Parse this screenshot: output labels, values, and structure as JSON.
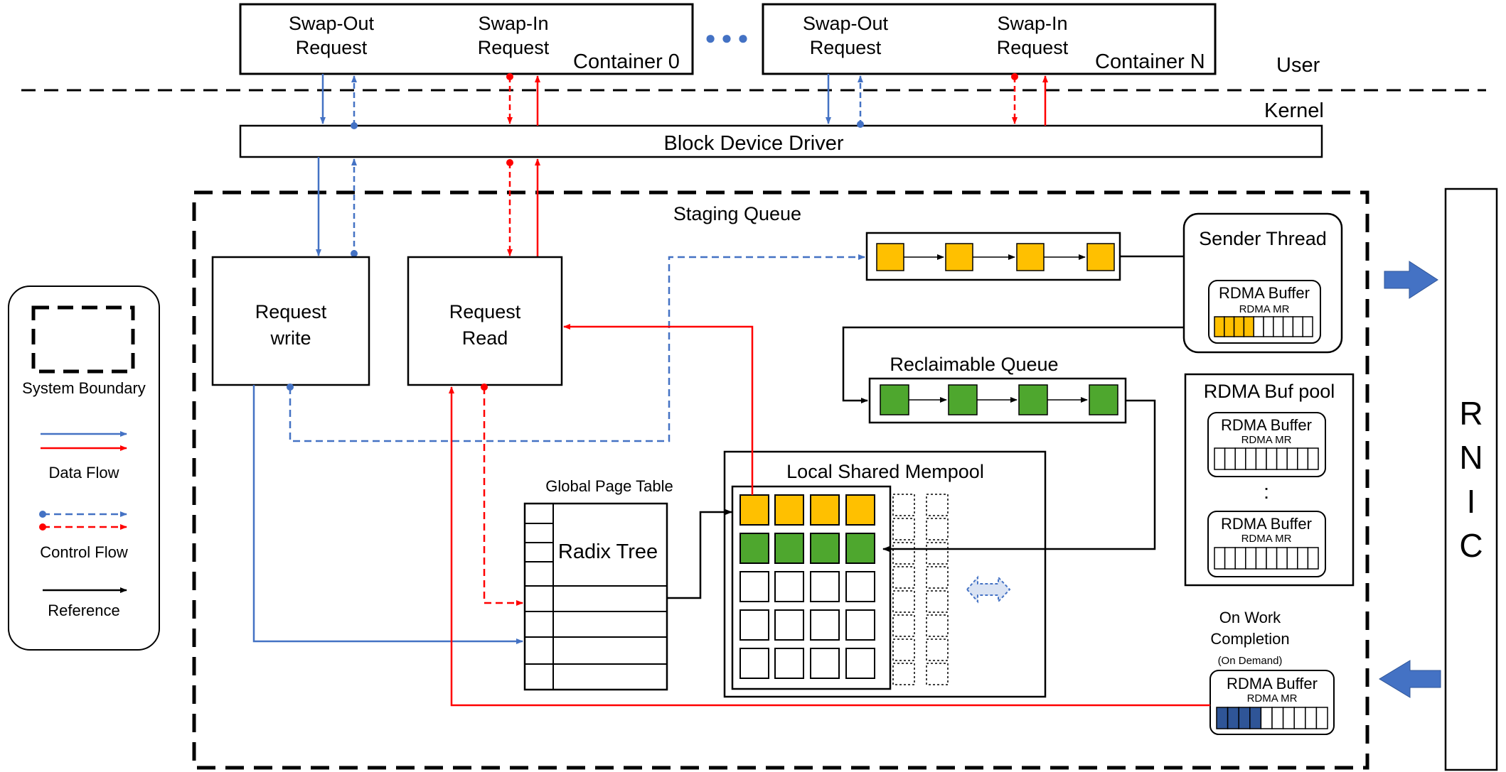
{
  "containers": [
    {
      "name": "Container 0",
      "swap_out": [
        "Swap-Out",
        "Request"
      ],
      "swap_in": [
        "Swap-In",
        "Request"
      ]
    },
    {
      "name": "Container N",
      "swap_out": [
        "Swap-Out",
        "Request"
      ],
      "swap_in": [
        "Swap-In",
        "Request"
      ]
    }
  ],
  "ellipsis": "● ● ●",
  "layers": {
    "user": "User",
    "kernel": "Kernel"
  },
  "block_device_driver": "Block Device Driver",
  "request_write": [
    "Request",
    "write"
  ],
  "request_read": [
    "Request",
    "Read"
  ],
  "staging_queue": "Staging Queue",
  "reclaimable_queue": "Reclaimable Queue",
  "sender_thread": "Sender Thread",
  "rdma_buffer": "RDMA Buffer",
  "rdma_mr": "RDMA MR",
  "rdma_buf_pool": "RDMA Buf pool",
  "pool_dots": ":",
  "global_page_table": "Global Page Table",
  "radix_tree": "Radix Tree",
  "local_shared_mempool": "Local Shared Mempool",
  "on_work_completion": [
    "On Work",
    "Completion"
  ],
  "on_demand": "(On Demand)",
  "rnic": [
    "R",
    "N",
    "I",
    "C"
  ],
  "legend": {
    "system_boundary": "System Boundary",
    "data_flow": "Data Flow",
    "control_flow": "Control Flow",
    "reference": "Reference"
  },
  "colors": {
    "blue": "#4472c4",
    "red": "#ff0000",
    "orange": "#ffc000",
    "green": "#4ea72e",
    "dark_blue": "#2f5597",
    "arrow_fill": "#4472c4",
    "mempool_arrow_fill": "#dae3f3"
  },
  "fill_levels": {
    "sender_buffer_filled_slots": 4,
    "completion_buffer_filled_slots": 4,
    "buffer_slots": 10
  }
}
